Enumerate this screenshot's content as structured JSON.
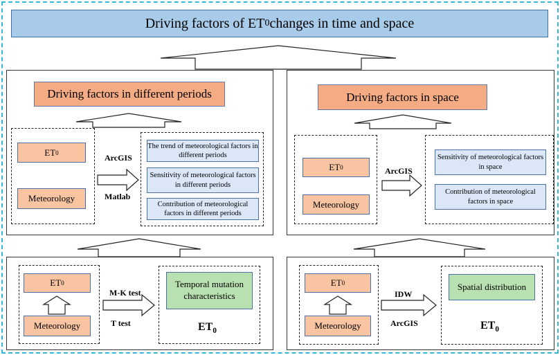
{
  "title": {
    "prefix": "Driving factors of ET",
    "sub": "0",
    "suffix": " changes in time and space"
  },
  "left_panel": {
    "header": "Driving factors in different periods",
    "et0_prefix": "ET",
    "et0_sub": "0",
    "meteorology": "Meteorology",
    "arcgis": "ArcGIS",
    "matlab": "Matlab",
    "outputs": [
      "The trend of meteorological factors in different periods",
      "Sensitivity of meteorological factors  in different periods",
      "Contribution of meteorological factors  in different periods"
    ]
  },
  "right_panel": {
    "header": "Driving factors in space",
    "et0_prefix": "ET",
    "et0_sub": "0",
    "meteorology": "Meteorology",
    "arcgis": "ArcGIS",
    "outputs": [
      "Sensitivity of meteorological factors in space",
      "Contribution of meteorological factors in space"
    ]
  },
  "bottom_left": {
    "et0_prefix": "ET",
    "et0_sub": "0",
    "meteorology": "Meteorology",
    "method1": "M-K test",
    "method2": "T test",
    "result": "Temporal mutation characteristics",
    "result_label_prefix": "ET",
    "result_label_sub": "0"
  },
  "bottom_right": {
    "et0_prefix": "ET",
    "et0_sub": "0",
    "meteorology": "Meteorology",
    "method1": "IDW",
    "method2": "ArcGIS",
    "result": "Spatial distribution",
    "result_label_prefix": "ET",
    "result_label_sub": "0"
  },
  "colors": {
    "outer_border": "#35b6dc",
    "title_fill": "#a7cbe8",
    "header_fill": "#f5ab84",
    "input_fill": "#f8c4a1",
    "output_fill": "#dbe6f6",
    "result_fill": "#b9e0b0"
  }
}
